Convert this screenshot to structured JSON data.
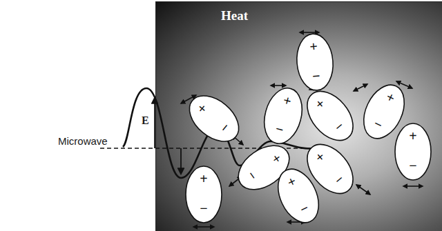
{
  "diagram": {
    "nodes": [
      {
        "text": [
          "Heat"
        ]
      },
      {
        "text": [
          "+",
          "−"
        ],
        "in": 0
      },
      {
        "text": [
          "+",
          "−"
        ],
        "in": 0
      },
      {
        "text": [
          "+",
          "−"
        ],
        "in": 0
      },
      {
        "text": [
          "+",
          "−"
        ],
        "in": 0
      },
      {
        "text": [
          "+",
          "−"
        ],
        "in": 0
      },
      {
        "text": [
          "+",
          "−"
        ],
        "in": 0
      },
      {
        "text": [
          "+",
          "−"
        ],
        "in": 0
      },
      {
        "text": [
          "+",
          "−"
        ],
        "in": 0
      },
      {
        "text": [
          "+",
          "−"
        ],
        "in": 0
      },
      {
        "text": [
          "+",
          "−"
        ],
        "in": 0
      }
    ],
    "labels": [
      "Microwave",
      "E"
    ]
  }
}
